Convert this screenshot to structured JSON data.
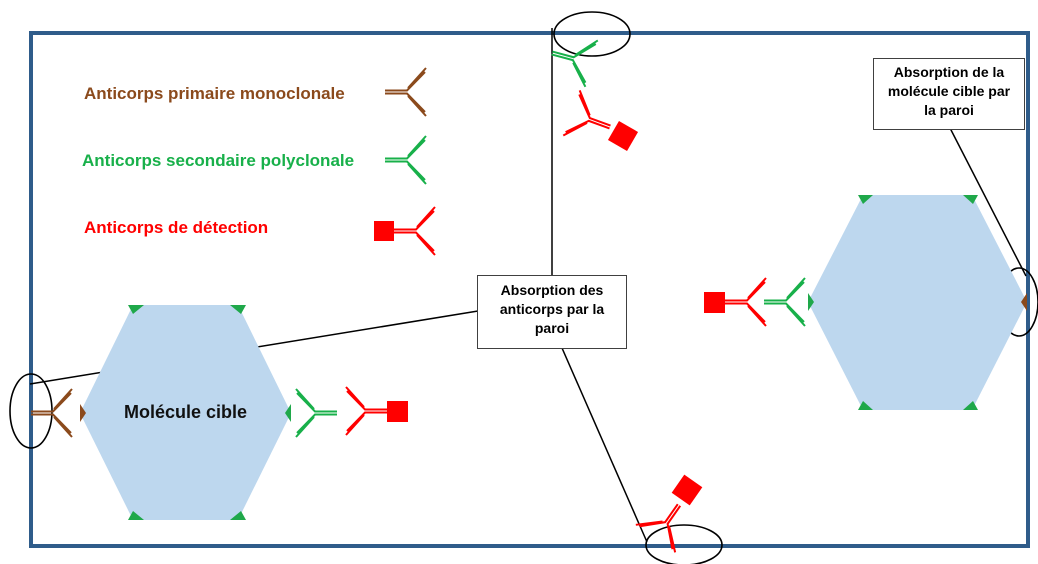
{
  "colors": {
    "frame": "#2f5c8a",
    "primary": "#8b4a1c",
    "secondary": "#18b04a",
    "detection": "#ff0000",
    "molecule_fill": "#bdd7ee",
    "epitope": "#1fa84a"
  },
  "legend": {
    "primary_label": "Anticorps primaire monoclonale",
    "secondary_label": "Anticorps secondaire polyclonale",
    "detection_label": "Anticorps de détection"
  },
  "molecule": {
    "label": "Molécule cible"
  },
  "callouts": {
    "antibody_absorption": [
      "Absorption des",
      "anticorps par la",
      "paroi"
    ],
    "target_absorption": [
      "Absorption de la",
      "molécule cible par",
      "la paroi"
    ]
  }
}
